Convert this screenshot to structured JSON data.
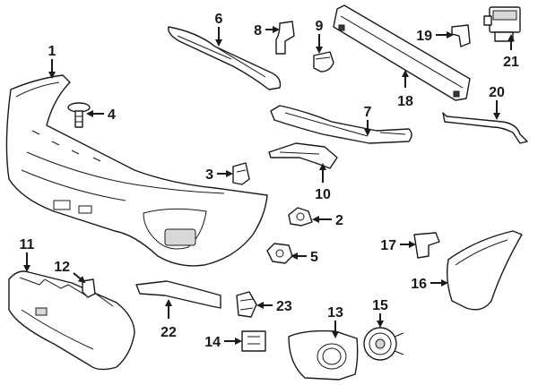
{
  "callouts": {
    "c1": "1",
    "c2": "2",
    "c3": "3",
    "c4": "4",
    "c5": "5",
    "c6": "6",
    "c7": "7",
    "c8": "8",
    "c9": "9",
    "c10": "10",
    "c11": "11",
    "c12": "12",
    "c13": "13",
    "c14": "14",
    "c15": "15",
    "c16": "16",
    "c17": "17",
    "c18": "18",
    "c19": "19",
    "c20": "20",
    "c21": "21",
    "c22": "22",
    "c23": "23"
  },
  "colors": {
    "line": "#1a1a1a",
    "background": "#ffffff",
    "shade": "#d8d8d8"
  }
}
